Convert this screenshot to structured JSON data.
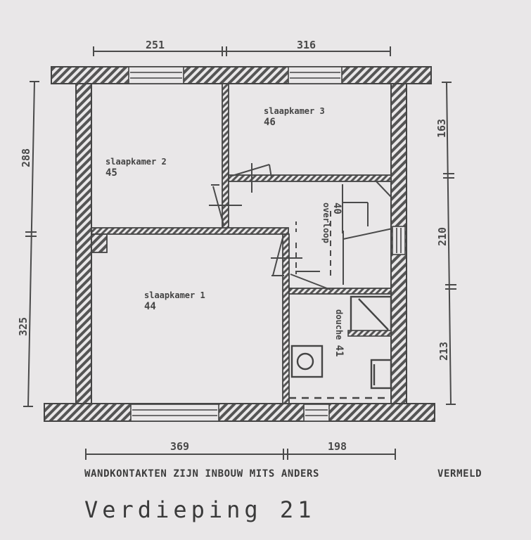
{
  "drawing": {
    "title": "Verdieping 21",
    "note": "WANDKONTAKTEN ZIJN INBOUW MITS ANDERS",
    "note_end": "VERMELD",
    "background_color": "#e9e7e8",
    "line_color": "#4a4a4a"
  },
  "dimensions": {
    "top": [
      "251",
      "316"
    ],
    "bottom": [
      "369",
      "198"
    ],
    "left": [
      "288",
      "325"
    ],
    "right": [
      "163",
      "210",
      "213"
    ]
  },
  "rooms": [
    {
      "name": "slaapkamer 3",
      "number": "46"
    },
    {
      "name": "slaapkamer 2",
      "number": "45"
    },
    {
      "name": "slaapkamer 1",
      "number": "44"
    },
    {
      "name": "overloop",
      "number": "40"
    },
    {
      "name": "douche",
      "number": "41"
    }
  ],
  "symbols": {
    "wall": "hatched-wall",
    "window": "window-frame",
    "door": "door-swing",
    "sink": "washbasin-icon",
    "toilet": "toilet-icon",
    "shower": "shower-tray-icon"
  }
}
